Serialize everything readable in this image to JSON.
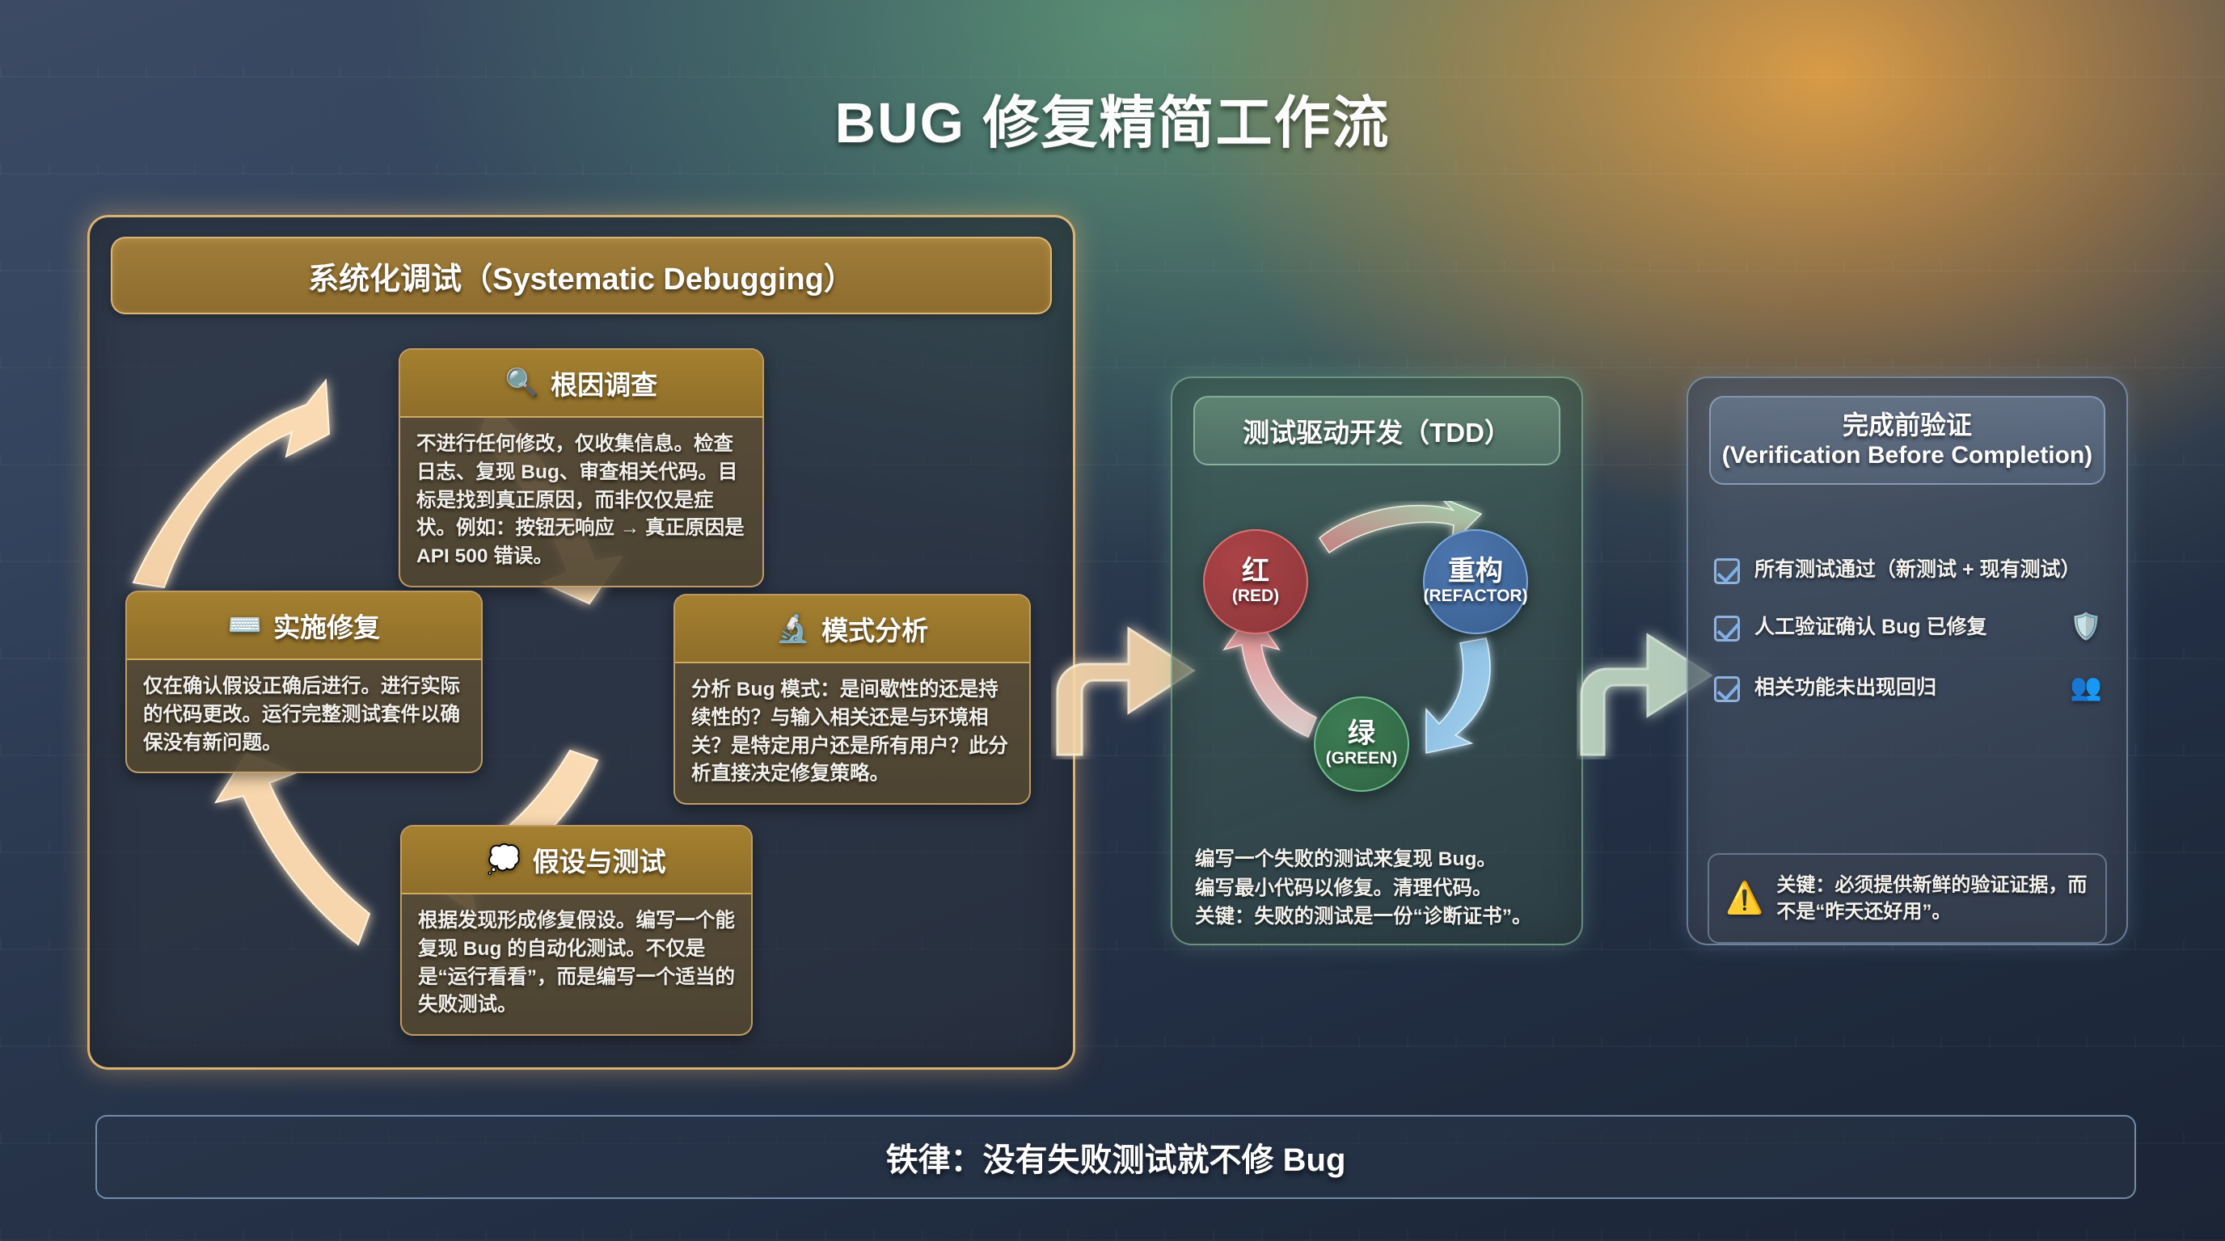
{
  "title": "BUG 修复精简工作流",
  "colors": {
    "debug_accent": "#f3c47a",
    "tdd_accent": "#96c6a6",
    "verify_accent": "#96afcd",
    "red": "#9d3a3c",
    "blue": "#3f6699",
    "green": "#336b48",
    "gold_header": "#a07d38"
  },
  "debug_panel": {
    "header": "系统化调试（Systematic Debugging）",
    "cards": [
      {
        "id": "root-cause",
        "icon": "magnifying-glass-icon",
        "icon_glyph": "🔍",
        "title": "根因调查",
        "body": "不进行任何修改，仅收集信息。检查日志、复现 Bug、审查相关代码。目标是找到真正原因，而非仅仅是症状。例如：按钮无响应 → 真正原因是 API 500 错误。"
      },
      {
        "id": "pattern-analysis",
        "icon": "chart-analysis-icon",
        "icon_glyph": "🔬",
        "title": "模式分析",
        "body": "分析 Bug 模式：是间歇性的还是持续性的？与输入相关还是与环境相关？是特定用户还是所有用户？此分析直接决定修复策略。"
      },
      {
        "id": "hypothesis-test",
        "icon": "thought-bubble-icon",
        "icon_glyph": "💭",
        "title": "假设与测试",
        "body": "根据发现形成修复假设。编写一个能复现 Bug 的自动化测试。不仅是是“运行看看”，而是编写一个适当的失败测试。"
      },
      {
        "id": "implement-fix",
        "icon": "keyboard-icon",
        "icon_glyph": "⌨️",
        "title": "实施修复",
        "body": "仅在确认假设正确后进行。进行实际的代码更改。运行完整测试套件以确保没有新问题。"
      }
    ]
  },
  "tdd_panel": {
    "header": "测试驱动开发（TDD）",
    "circles": [
      {
        "cn": "红",
        "en": "(RED)"
      },
      {
        "cn": "重构",
        "en": "(REFACTOR)"
      },
      {
        "cn": "绿",
        "en": "(GREEN)"
      }
    ],
    "description_lines": [
      "编写一个失败的测试来复现 Bug。",
      "编写最小代码以修复。清理代码。",
      "关键：失败的测试是一份“诊断证书”。"
    ]
  },
  "verify_panel": {
    "header_cn": "完成前验证",
    "header_en": "(Verification Before Completion)",
    "checklist": [
      {
        "text": "所有测试通过（新测试 + 现有测试）",
        "icon": "",
        "icon_name": "none"
      },
      {
        "text": "人工验证确认 Bug 已修复",
        "icon": "🛡️",
        "icon_name": "shield-check-icon"
      },
      {
        "text": "相关功能未出现回归",
        "icon": "👥",
        "icon_name": "users-icon"
      }
    ],
    "warning": {
      "icon": "⚠️",
      "icon_name": "warning-triangle-icon",
      "text": "关键：必须提供新鲜的验证证据，而不是“昨天还好用”。"
    }
  },
  "footer": "铁律：没有失败测试就不修 Bug",
  "flow_arrows": [
    {
      "name": "arrow-debug-to-tdd",
      "color": "#fbd9ab"
    },
    {
      "name": "arrow-tdd-to-verify",
      "color": "#cfe6cd"
    }
  ]
}
